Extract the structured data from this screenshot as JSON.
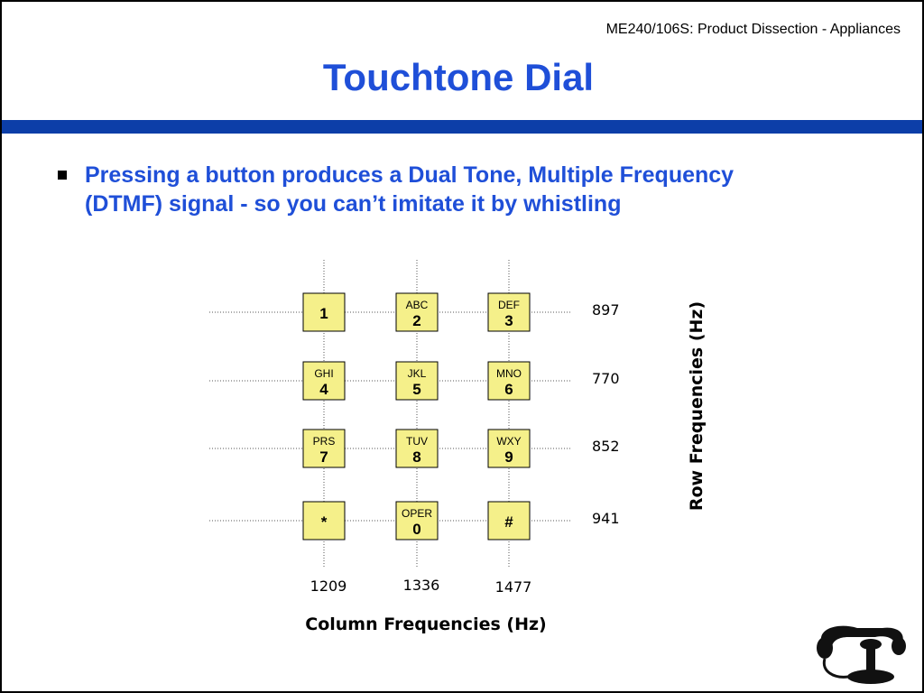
{
  "header": {
    "course": "ME240/106S: Product Dissection - Appliances",
    "title": "Touchtone Dial"
  },
  "bullet": {
    "line1": "Pressing a button produces a Dual Tone, Multiple Frequency",
    "line2": "(DTMF) signal  - so you can’t imitate it by whistling"
  },
  "keypad": {
    "keys": [
      {
        "letters": "",
        "digit": "1"
      },
      {
        "letters": "ABC",
        "digit": "2"
      },
      {
        "letters": "DEF",
        "digit": "3"
      },
      {
        "letters": "GHI",
        "digit": "4"
      },
      {
        "letters": "JKL",
        "digit": "5"
      },
      {
        "letters": "MNO",
        "digit": "6"
      },
      {
        "letters": "PRS",
        "digit": "7"
      },
      {
        "letters": "TUV",
        "digit": "8"
      },
      {
        "letters": "WXY",
        "digit": "9"
      },
      {
        "letters": "",
        "digit": "*"
      },
      {
        "letters": "OPER",
        "digit": "0"
      },
      {
        "letters": "",
        "digit": "#"
      }
    ],
    "row_frequencies": [
      "897",
      "770",
      "852",
      "941"
    ],
    "column_frequencies": [
      "1209",
      "1336",
      "1477"
    ],
    "row_axis_label": "Row Frequencies (Hz)",
    "column_axis_label": "Column Frequencies (Hz)"
  },
  "colors": {
    "title": "#1f4fd8",
    "rule": "#0c3ea8",
    "key_fill": "#f5f08a"
  },
  "icons": {
    "phone": "candlestick-phone-icon"
  }
}
